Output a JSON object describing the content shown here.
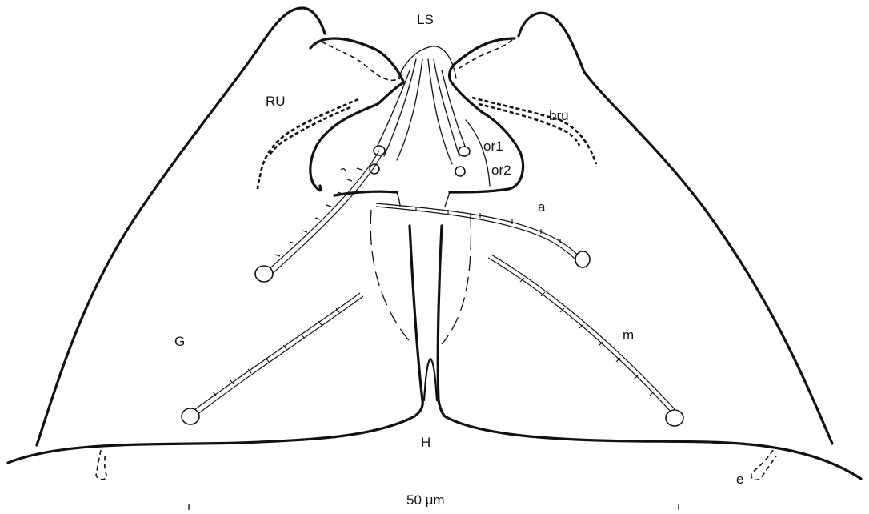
{
  "labels": {
    "ls": "LS",
    "ru": "RU",
    "bru": "bru",
    "or1": "or1",
    "or2": "or2",
    "a": "a",
    "g": "G",
    "m": "m",
    "h": "H",
    "e": "e",
    "scale": "50 μm"
  }
}
